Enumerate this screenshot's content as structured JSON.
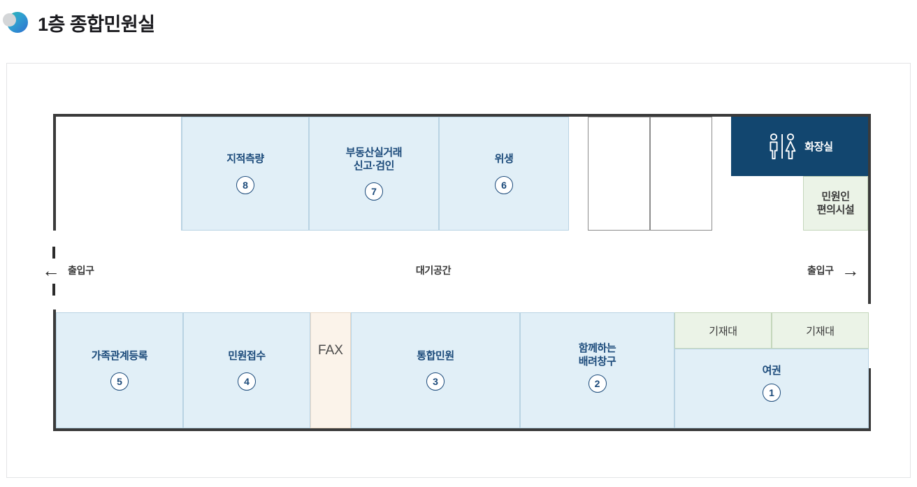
{
  "header": {
    "title": "1층 종합민원실",
    "icon": "crescent-moon-icon"
  },
  "floorplan": {
    "corridor": {
      "center_label": "대기공간",
      "left_entrance": "출입구",
      "right_entrance": "출입구",
      "left_arrow": "←",
      "right_arrow": "→"
    },
    "top_row": [
      {
        "name": "empty-room",
        "label": "",
        "number": "",
        "fill": "white-unbordered"
      },
      {
        "name": "cadastral-survey",
        "label": "지적측량",
        "number": "8",
        "fill": "blue"
      },
      {
        "name": "real-estate-transaction",
        "label": "부동산실거래\n신고·검인",
        "number": "7",
        "fill": "blue"
      },
      {
        "name": "sanitation",
        "label": "위생",
        "number": "6",
        "fill": "blue"
      }
    ],
    "top_right": {
      "white_boxes": [
        "",
        ""
      ],
      "restroom": {
        "label": "화장실",
        "icon": "restroom-icon"
      },
      "convenience": {
        "label": "민원인\n편의시설"
      }
    },
    "bottom_row": [
      {
        "name": "family-relation-registry",
        "label": "가족관계등록",
        "number": "5",
        "fill": "blue"
      },
      {
        "name": "civil-application-reception",
        "label": "민원접수",
        "number": "4",
        "fill": "blue"
      },
      {
        "name": "fax",
        "label": "FAX",
        "number": "",
        "fill": "peach"
      },
      {
        "name": "integrated-civil-service",
        "label": "통합민원",
        "number": "3",
        "fill": "blue"
      },
      {
        "name": "consideration-window",
        "label": "함께하는\n배려창구",
        "number": "2",
        "fill": "blue"
      }
    ],
    "bottom_right": {
      "desks": [
        "기재대",
        "기재대"
      ],
      "passport": {
        "label": "여권",
        "number": "1"
      }
    }
  },
  "colors": {
    "room_blue_fill": "#e1eff7",
    "room_blue_border": "#b9d3e3",
    "green_fill": "#ebf3e7",
    "peach_fill": "#fbf3ea",
    "navy": "#12466f",
    "label_blue": "#1b4a7a",
    "wall_dark": "#3a3a3a",
    "card_border": "#e3e4e6"
  }
}
